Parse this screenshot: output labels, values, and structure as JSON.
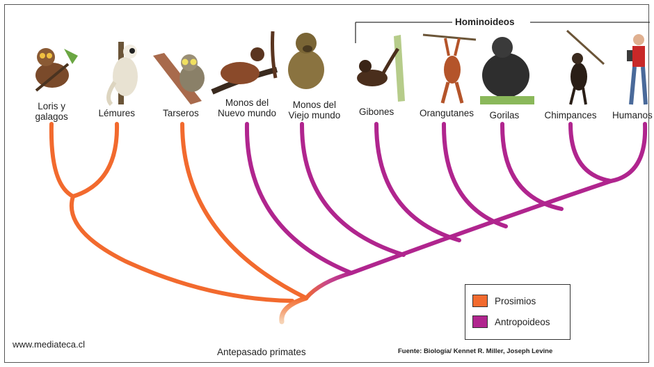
{
  "taxa": [
    {
      "name": "Loris y galagos",
      "lines": [
        "Loris y",
        "galagos"
      ],
      "group": "prosimios",
      "icon": "loris-galago-photo-icon"
    },
    {
      "name": "Lémures",
      "lines": [
        "Lémures"
      ],
      "group": "prosimios",
      "icon": "lemur-photo-icon"
    },
    {
      "name": "Tarseros",
      "lines": [
        "Tarseros"
      ],
      "group": "prosimios",
      "icon": "tarsier-photo-icon"
    },
    {
      "name": "Monos del Nuevo mundo",
      "lines": [
        "Monos del",
        "Nuevo mundo"
      ],
      "group": "antropoideos",
      "icon": "new-world-monkey-photo-icon"
    },
    {
      "name": "Monos del Viejo mundo",
      "lines": [
        "Monos del",
        "Viejo mundo"
      ],
      "group": "antropoideos",
      "icon": "old-world-monkey-photo-icon"
    },
    {
      "name": "Gibones",
      "lines": [
        "Gibones"
      ],
      "group": "antropoideos",
      "icon": "gibbon-photo-icon"
    },
    {
      "name": "Orangutanes",
      "lines": [
        "Orangutanes"
      ],
      "group": "antropoideos",
      "icon": "orangutan-photo-icon"
    },
    {
      "name": "Gorilas",
      "lines": [
        "Gorilas"
      ],
      "group": "antropoideos",
      "icon": "gorilla-photo-icon"
    },
    {
      "name": "Chimpances",
      "lines": [
        "Chimpances"
      ],
      "group": "antropoideos",
      "icon": "chimpanzee-photo-icon"
    },
    {
      "name": "Humanos",
      "lines": [
        "Humanos"
      ],
      "group": "antropoideos",
      "icon": "human-photo-icon"
    }
  ],
  "clade_label": "Hominoideos",
  "root_label": "Antepasado primates",
  "legend": [
    {
      "label": "Prosimios",
      "color": "#f26a2e"
    },
    {
      "label": "Antropoideos",
      "color": "#b0258e"
    }
  ],
  "colors": {
    "prosimios": "#f26a2e",
    "antropoideos": "#b0258e",
    "root_fade": "#f4c8a6"
  },
  "website": "www.mediateca.cl",
  "source": "Fuente:  Biología/ Kennet R. Miller, Joseph Levine"
}
